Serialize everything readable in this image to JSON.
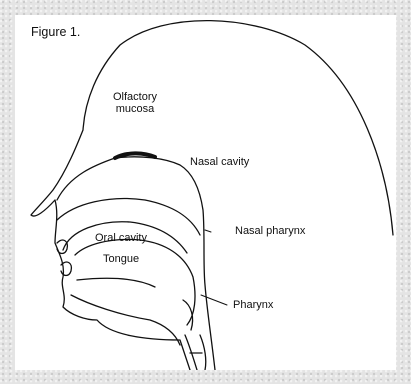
{
  "caption": "Figure 1.",
  "labels": {
    "olfactory_line1": "Olfactory",
    "olfactory_line2": "mucosa",
    "nasal_cavity": "Nasal cavity",
    "nasal_pharynx": "Nasal pharynx",
    "oral_cavity": "Oral cavity",
    "tongue": "Tongue",
    "pharynx": "Pharynx"
  }
}
